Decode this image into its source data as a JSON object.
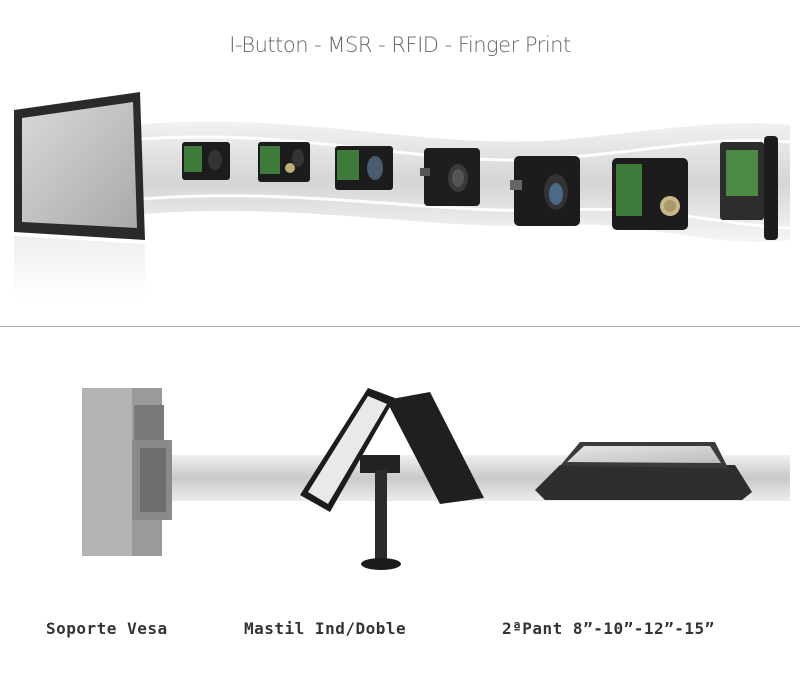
{
  "header": {
    "title": "I-Button - MSR - RFID - Finger Print"
  },
  "readers": [
    {
      "icon": "ibutton-reader-module-icon"
    },
    {
      "icon": "ibutton-reader-module-icon"
    },
    {
      "icon": "fingerprint-reader-module-icon"
    },
    {
      "icon": "fingerprint-reader-module-icon"
    },
    {
      "icon": "fingerprint-reader-module-icon"
    },
    {
      "icon": "ibutton-reader-module-icon"
    },
    {
      "icon": "msr-card-reader-icon"
    }
  ],
  "accessories": [
    {
      "label": "Soporte Vesa",
      "icon": "vesa-mount-bracket-icon"
    },
    {
      "label": "Mastil Ind/Doble",
      "icon": "dual-screen-pole-mount-icon"
    },
    {
      "label": "2ªPant 8”-10”-12”-15”",
      "icon": "second-display-icon"
    }
  ],
  "colors": {
    "background": "#ffffff",
    "text_title": "#666666",
    "text_caption": "#333333",
    "divider": "#a8a8a8"
  }
}
